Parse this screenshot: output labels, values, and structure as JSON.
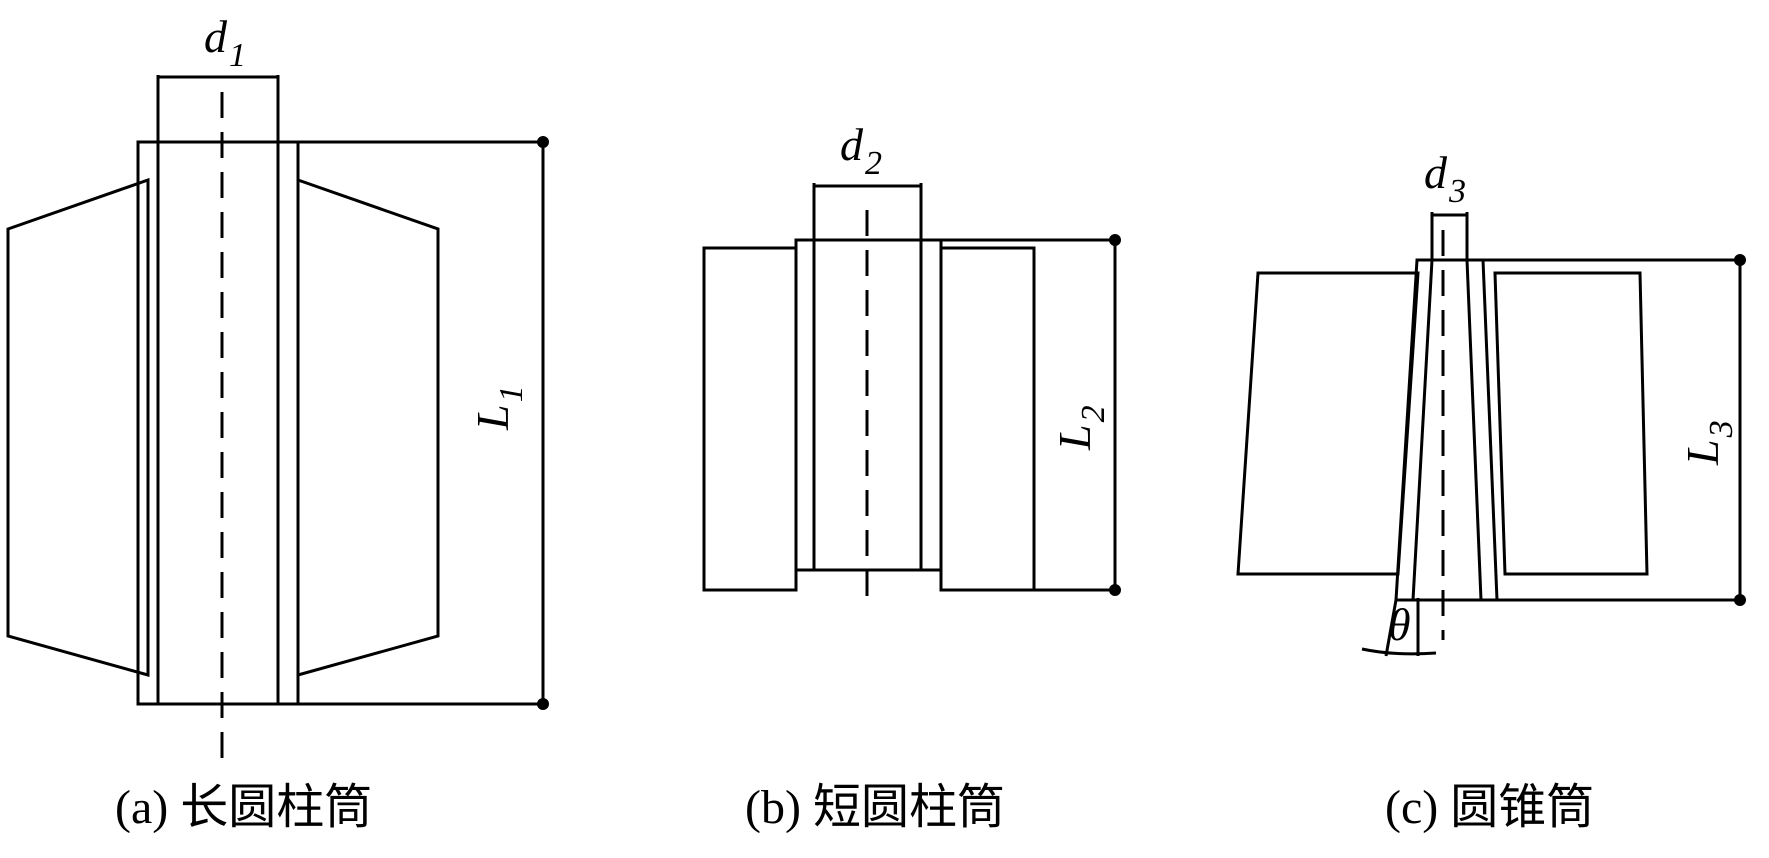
{
  "figure": {
    "panels": [
      {
        "id": "a",
        "caption": "(a) 长圆柱筒",
        "diameter_label": "d",
        "diameter_subscript": "1",
        "length_label": "L",
        "length_subscript": "1",
        "shape": "long-cylinder"
      },
      {
        "id": "b",
        "caption": "(b) 短圆柱筒",
        "diameter_label": "d",
        "diameter_subscript": "2",
        "length_label": "L",
        "length_subscript": "2",
        "shape": "short-cylinder"
      },
      {
        "id": "c",
        "caption": "(c) 圆锥筒",
        "diameter_label": "d",
        "diameter_subscript": "3",
        "length_label": "L",
        "length_subscript": "3",
        "angle_label": "θ",
        "shape": "cone"
      }
    ],
    "colors": {
      "ink": "#000000",
      "background": "#ffffff"
    }
  }
}
